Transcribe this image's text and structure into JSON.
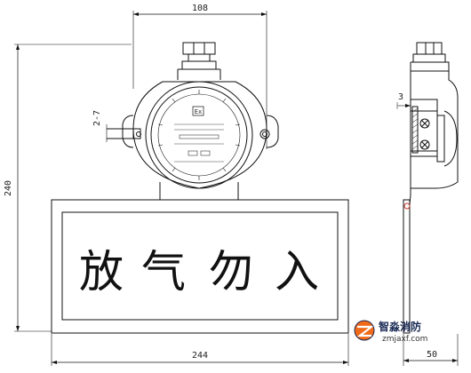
{
  "dimensions": {
    "width_top": "108",
    "height_left": "240",
    "width_bottom": "244",
    "depth_right": "50",
    "side_small": "3",
    "cable_gland": "2-7"
  },
  "sign": {
    "chars": [
      "放",
      "气",
      "勿",
      "入"
    ]
  },
  "gauge": {
    "logo": "Ex"
  },
  "watermark": {
    "name": "智淼消防",
    "url": "zmjaxf.com",
    "colors": {
      "primary": "#1a2a55",
      "accent": "#f06a1a"
    }
  }
}
